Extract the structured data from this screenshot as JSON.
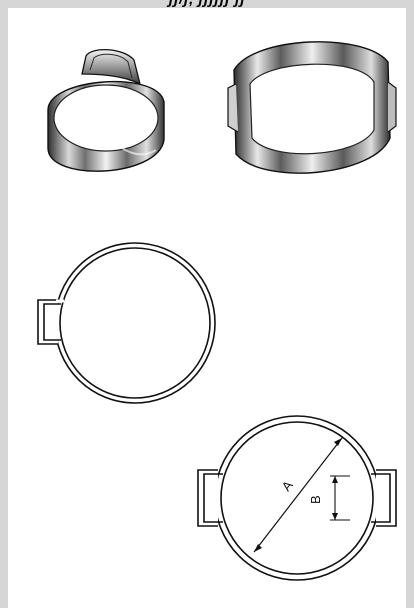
{
  "header": {
    "band_text": "ʃʃ/ʃ, ʃʃʃʃʃʃ ʃʃ"
  },
  "dimensions": {
    "diameter_label": "A",
    "ear_width_label": "B"
  },
  "colors": {
    "frame": "#d6d6d6",
    "ink": "#111111",
    "metal_light": "#eeeeee",
    "metal_dark": "#3a3a3a"
  }
}
